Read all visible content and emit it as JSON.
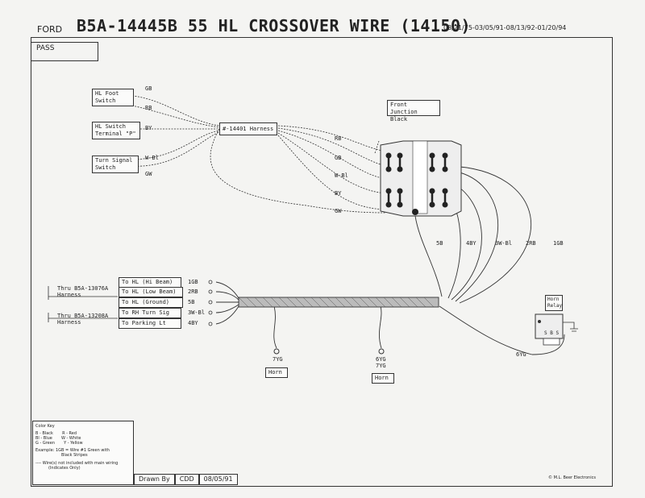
{
  "header": {
    "brand": "FORD",
    "title": "B5A-14445B 55 HL CROSSOVER WIRE (14150)",
    "dates": "03/21/75-03/05/91-08/13/92-01/20/94"
  },
  "section_label": "PASS",
  "left_components": {
    "foot_switch": [
      "HL Foot",
      "Switch"
    ],
    "hl_switch": [
      "HL Switch",
      "Terminal \"P\""
    ],
    "turn_signal": [
      "Turn Signal",
      "Switch"
    ]
  },
  "left_wire_labels": {
    "gb": "GB",
    "rb": "RB",
    "by": "BY",
    "wbl": "W-Bl",
    "gw": "GW"
  },
  "harness_label": "#-14401 Harness",
  "junction": {
    "title": "Front Junction",
    "subtitle": "Black",
    "wires": [
      "RB",
      "GB",
      "W-Bl",
      "BY",
      "GW"
    ]
  },
  "vertical_wires": [
    "5B",
    "4BY",
    "3W-Bl",
    "2RB",
    "1GB"
  ],
  "harness_groups": {
    "group1": [
      "Thru B5A-13076A",
      "Harness"
    ],
    "group2": [
      "Thru B5A-13208A",
      "Harness"
    ]
  },
  "destinations": [
    {
      "label": "To HL (Hi Beam)",
      "wire": "1GB"
    },
    {
      "label": "To HL (Low Beam)",
      "wire": "2RB"
    },
    {
      "label": "To HL (Ground)",
      "wire": "5B"
    },
    {
      "label": "To RH Turn Sig",
      "wire": "3W-Bl"
    },
    {
      "label": "To Parking Lt",
      "wire": "4BY"
    }
  ],
  "horns": {
    "horn1_wire": "7YG",
    "horn1_label": "Horn",
    "horn2_wire_top": "6YG",
    "horn2_wire_bottom": "7YG",
    "horn2_label": "Horn"
  },
  "horn_relay": {
    "label": [
      "Horn",
      "Relay"
    ],
    "wire": "6YG",
    "pins": "S B S"
  },
  "color_key": {
    "title": "Color Key",
    "rows": [
      "B - Black       R - Red",
      "Bl - Blue       W - White",
      "G - Green       Y - Yellow"
    ],
    "example": "Example: 1GB = Wire #1 Green with",
    "example2": "Black Stripes",
    "note": "---- Wire(s) not included with main wiring",
    "note2": "(Indicates Only)"
  },
  "footer": {
    "drawn_by_label": "Drawn By",
    "drawn_by": "CDD",
    "date": "08/05/91",
    "copyright": "© M.L. Beer Electronics"
  }
}
